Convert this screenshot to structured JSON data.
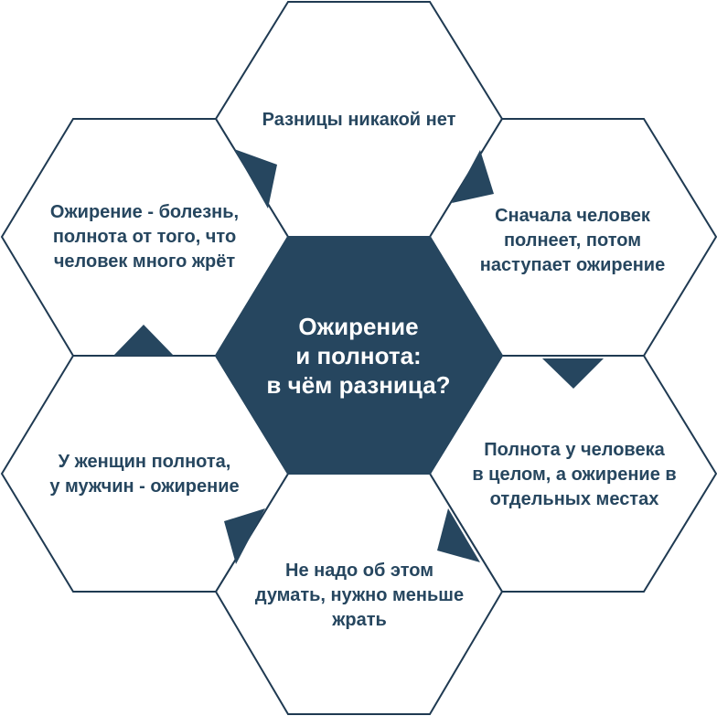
{
  "center": {
    "text": "Ожирение\nи полнота:\nв чём разница?"
  },
  "opinions": [
    {
      "id": "top",
      "text": "Разницы никакой нет"
    },
    {
      "id": "upper-right",
      "text": "Сначала человек\nполнеет, потом\nнаступает ожирение"
    },
    {
      "id": "lower-right",
      "text": "Полнота у человека\nв целом, а ожирение в\nотдельных местах"
    },
    {
      "id": "bottom",
      "text": "Не надо об этом\nдумать, нужно меньше\nжрать"
    },
    {
      "id": "lower-left",
      "text": "У женщин полнота,\nу мужчин - ожирение"
    },
    {
      "id": "upper-left",
      "text": "Ожирение - болезнь,\nполнота от того, что\nчеловек много жрёт"
    }
  ],
  "colors": {
    "dark": "#26465f",
    "outline": "#1f3a52",
    "background": "#ffffff"
  }
}
